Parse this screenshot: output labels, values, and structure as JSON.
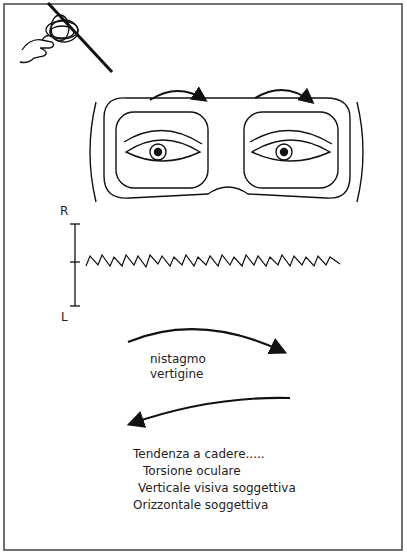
{
  "diagram": {
    "labels": [
      "R",
      "L",
      "nistagmo",
      "vertigine",
      "Tendenza a cadere.....",
      "Torsione oculare",
      "Verticale visiva soggettiva",
      "Orizzontale soggettiva"
    ]
  }
}
